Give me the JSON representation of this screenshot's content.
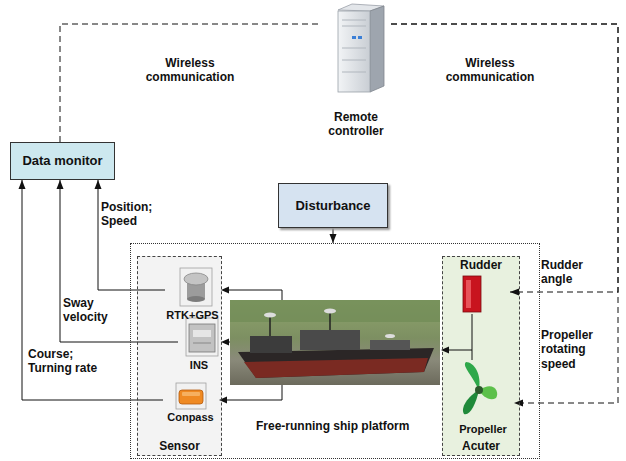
{
  "diagram": {
    "nodes": [
      {
        "text": [
          "Remote controller"
        ]
      },
      {
        "text": [
          "Data monitor"
        ]
      },
      {
        "text": [
          "Disturbance"
        ]
      },
      {
        "text": [
          "Free-running ship platform"
        ]
      },
      {
        "text": [
          "Sensor"
        ],
        "in": 3
      },
      {
        "text": [
          "RTK+GPS"
        ],
        "in": 4
      },
      {
        "text": [
          "INS"
        ],
        "in": 4
      },
      {
        "text": [
          "Conpass"
        ],
        "in": 4
      },
      {
        "text": [
          "Acuter"
        ],
        "in": 3
      },
      {
        "text": [
          "Rudder"
        ],
        "in": 8
      },
      {
        "text": [
          "Propeller"
        ],
        "in": 8
      }
    ],
    "edges": [
      {
        "from": 1,
        "to": 0,
        "arrow": "none",
        "label": "Wireless communication"
      },
      {
        "from": 0,
        "to": 9,
        "arrow": "to",
        "label": "Rudder angle"
      },
      {
        "from": 0,
        "to": 10,
        "arrow": "to",
        "label": "Propeller rotating speed"
      },
      {
        "from": 2,
        "to": 3,
        "arrow": "to"
      },
      {
        "from": 9,
        "to": 10,
        "arrow": "none"
      },
      {
        "from": 5,
        "to": 1,
        "arrow": "to",
        "label": "Position; Speed"
      },
      {
        "from": 6,
        "to": 1,
        "arrow": "to",
        "label": "Sway velocity"
      },
      {
        "from": 7,
        "to": 1,
        "arrow": "to",
        "label": "Course; Turning rate"
      }
    ],
    "labels": [
      "Wireless communication"
    ]
  }
}
